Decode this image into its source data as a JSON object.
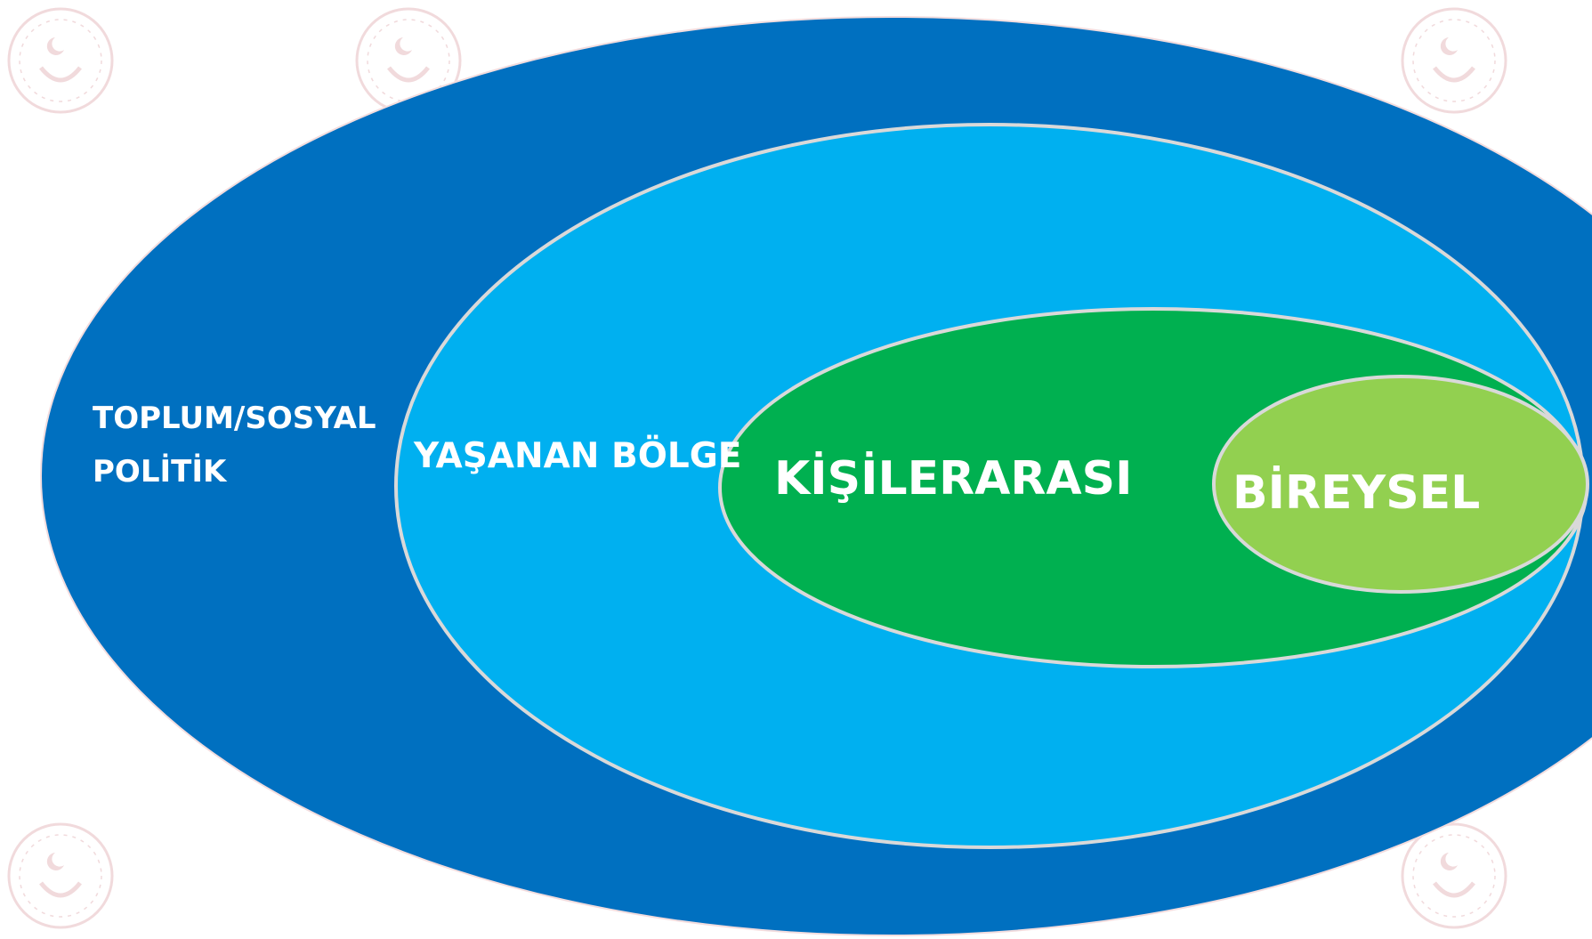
{
  "diagram": {
    "rings": [
      {
        "id": "outer",
        "label": "TOPLUM/SOSYAL\nPOLİTİK",
        "fill": "#0070C0"
      },
      {
        "id": "second",
        "label": "YAŞANAN BÖLGE",
        "fill": "#00B0F0"
      },
      {
        "id": "third",
        "label": "KİŞİLERARASI",
        "fill": "#00B050"
      },
      {
        "id": "inner",
        "label": "BİREYSEL",
        "fill": "#92D050"
      }
    ],
    "outline_color": "#D9D9D9",
    "label_color": "#FFFFFF"
  },
  "watermark": {
    "icon": "ministry-emblem-icon",
    "color": "#E8C9CC"
  }
}
